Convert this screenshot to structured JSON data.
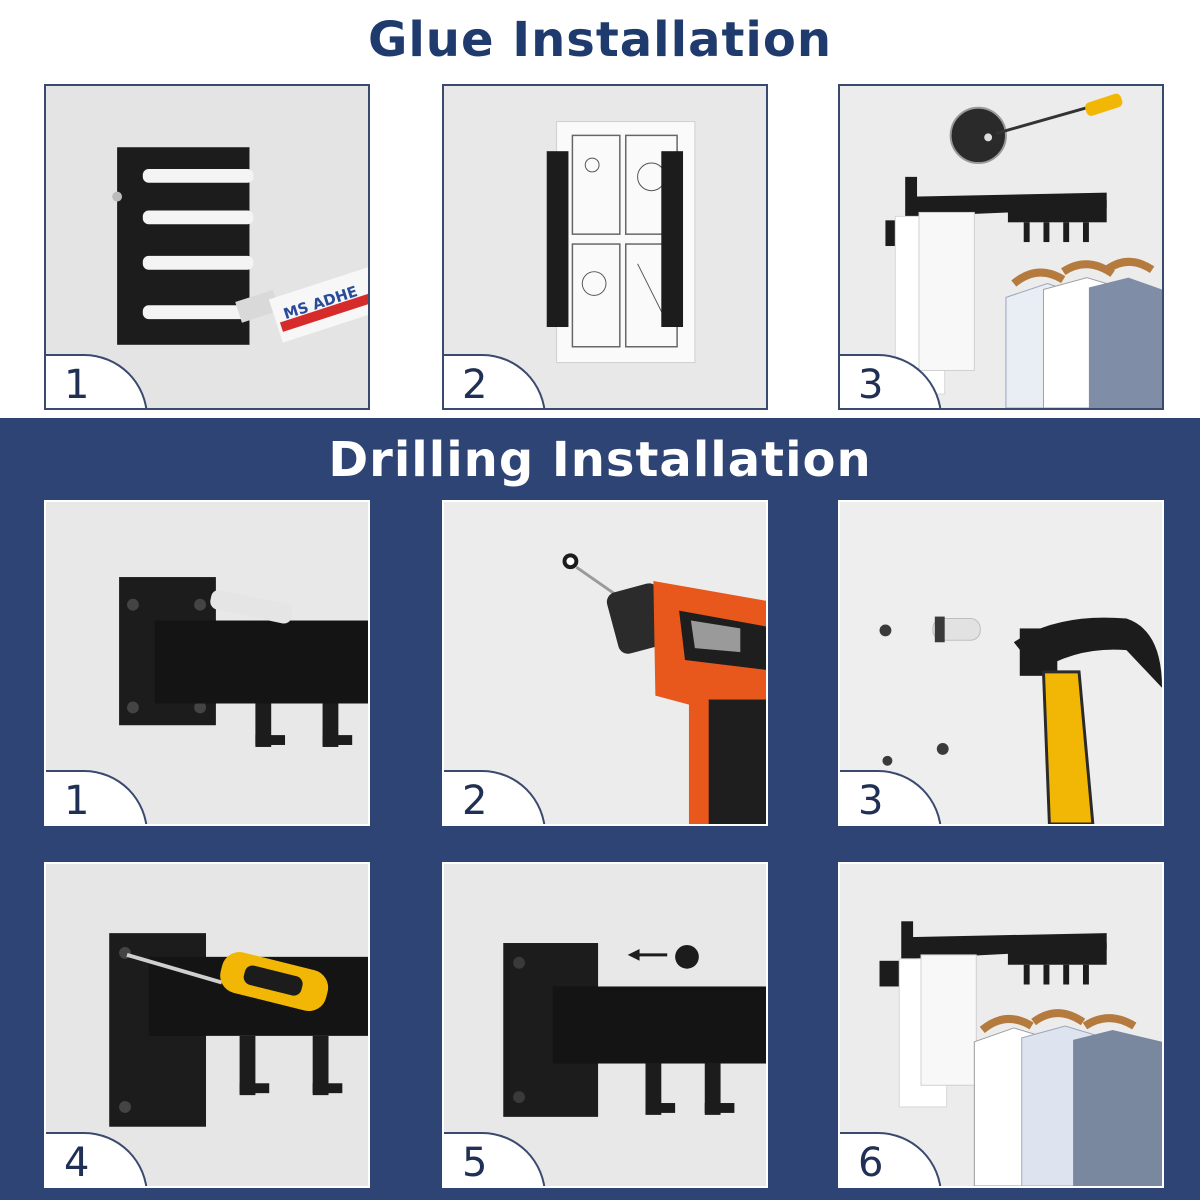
{
  "glue": {
    "title": "Glue Installation",
    "steps": [
      {
        "number": "1",
        "tube_label": "MS ADHE"
      },
      {
        "number": "2"
      },
      {
        "number": "3"
      }
    ]
  },
  "drilling": {
    "title": "Drilling Installation",
    "steps": [
      {
        "number": "1"
      },
      {
        "number": "2"
      },
      {
        "number": "3"
      },
      {
        "number": "4"
      },
      {
        "number": "5"
      },
      {
        "number": "6"
      }
    ]
  },
  "colors": {
    "navy": "#2d4474",
    "title_navy": "#1f3a6c",
    "rack_black": "#1c1c1c",
    "drill_orange": "#e8571c",
    "hammer_yellow": "#f2b705",
    "wall_gray": "#e6e6e6"
  },
  "icons": [
    "rack-mount-icon",
    "adhesive-tube-icon",
    "sticker-template-icon",
    "screwdriver-icon",
    "power-drill-icon",
    "hammer-icon",
    "wall-plug-icon",
    "shirts-icon",
    "towel-icon",
    "screw-cap-icon"
  ]
}
